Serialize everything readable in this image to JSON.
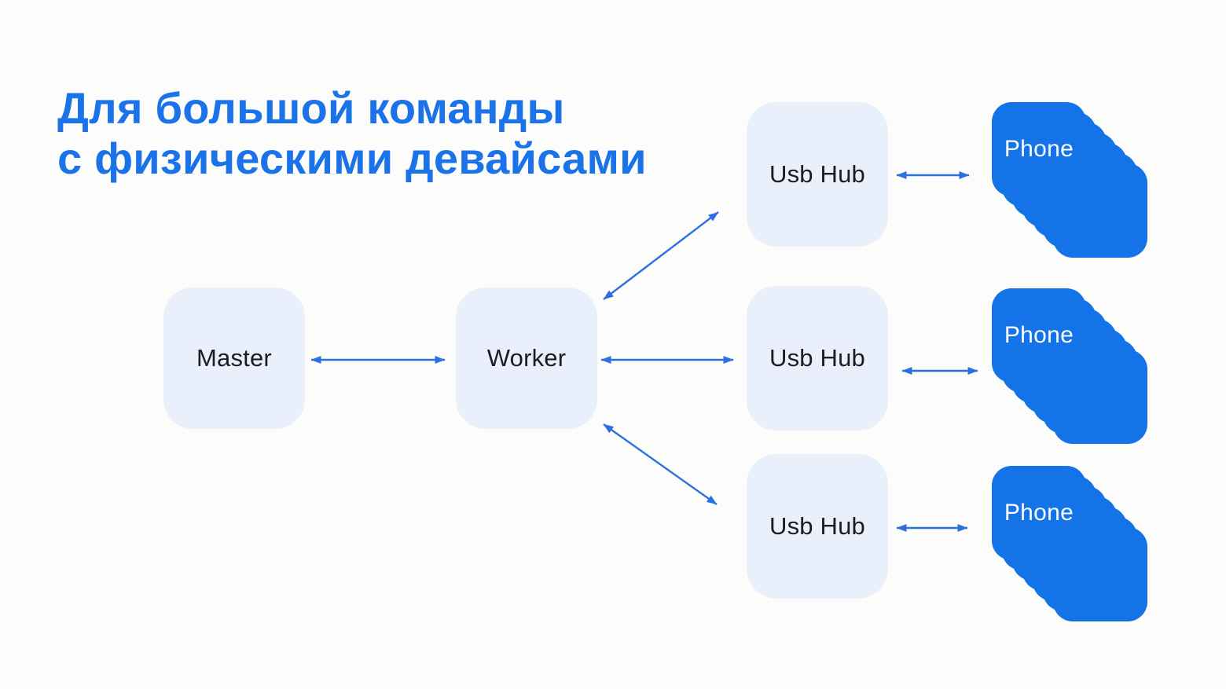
{
  "title": {
    "line1": "Для большой команды",
    "line2": "с физическими девайсами"
  },
  "nodes": {
    "master": "Master",
    "worker": "Worker",
    "hub": "Usb Hub",
    "phone": "Phone"
  },
  "phone_stack": {
    "count": 7
  },
  "colors": {
    "background": "#fcfcfb",
    "title-blue": "#1a73e8",
    "box-fill": "#e9f0fb",
    "box-text": "#1d1d1f",
    "phone-blue": "#1573e8",
    "phone-text": "#fafcff",
    "arrow-blue": "#2b70de"
  }
}
